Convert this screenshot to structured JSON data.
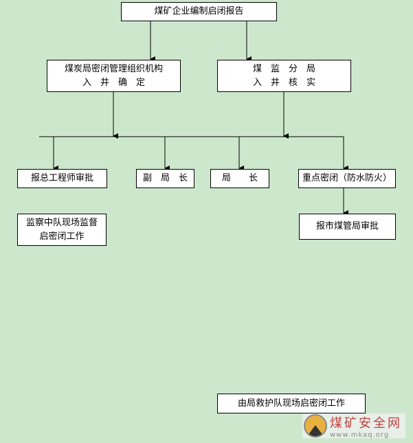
{
  "top": "煤矿企业编制启闭报告",
  "left_org": {
    "line1": "煤炭局密闭管理组织机构",
    "line2": "入　井　确　定"
  },
  "right_org": {
    "line1": "煤　监　分　局",
    "line2": "入　井　核　实"
  },
  "approvers": [
    "报总工程师审批",
    "副　局　长",
    "局　　长",
    "重点密闭（防水防火）"
  ],
  "supervise": {
    "line1": "监察中队现场监督",
    "line2": "启密闭工作"
  },
  "city": "报市煤管局审批",
  "rescue": "由局救护队现场启密闭工作",
  "logo": {
    "name": "煤矿安全网",
    "url": "www.mkaq.org"
  }
}
